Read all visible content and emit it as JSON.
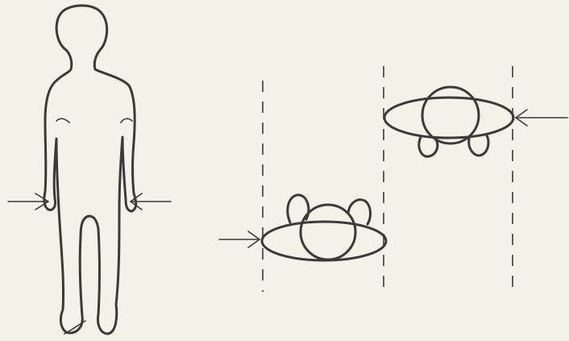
{
  "diagram": {
    "figures": [
      {
        "view": "front",
        "label": ""
      },
      {
        "view": "top-view-lower",
        "label": ""
      },
      {
        "view": "top-view-upper",
        "label": ""
      }
    ],
    "colors": {
      "ink": "#3a3a3a",
      "background": "#f3f1e8"
    },
    "icons": [
      "arrow-right-icon",
      "arrow-left-icon"
    ]
  }
}
